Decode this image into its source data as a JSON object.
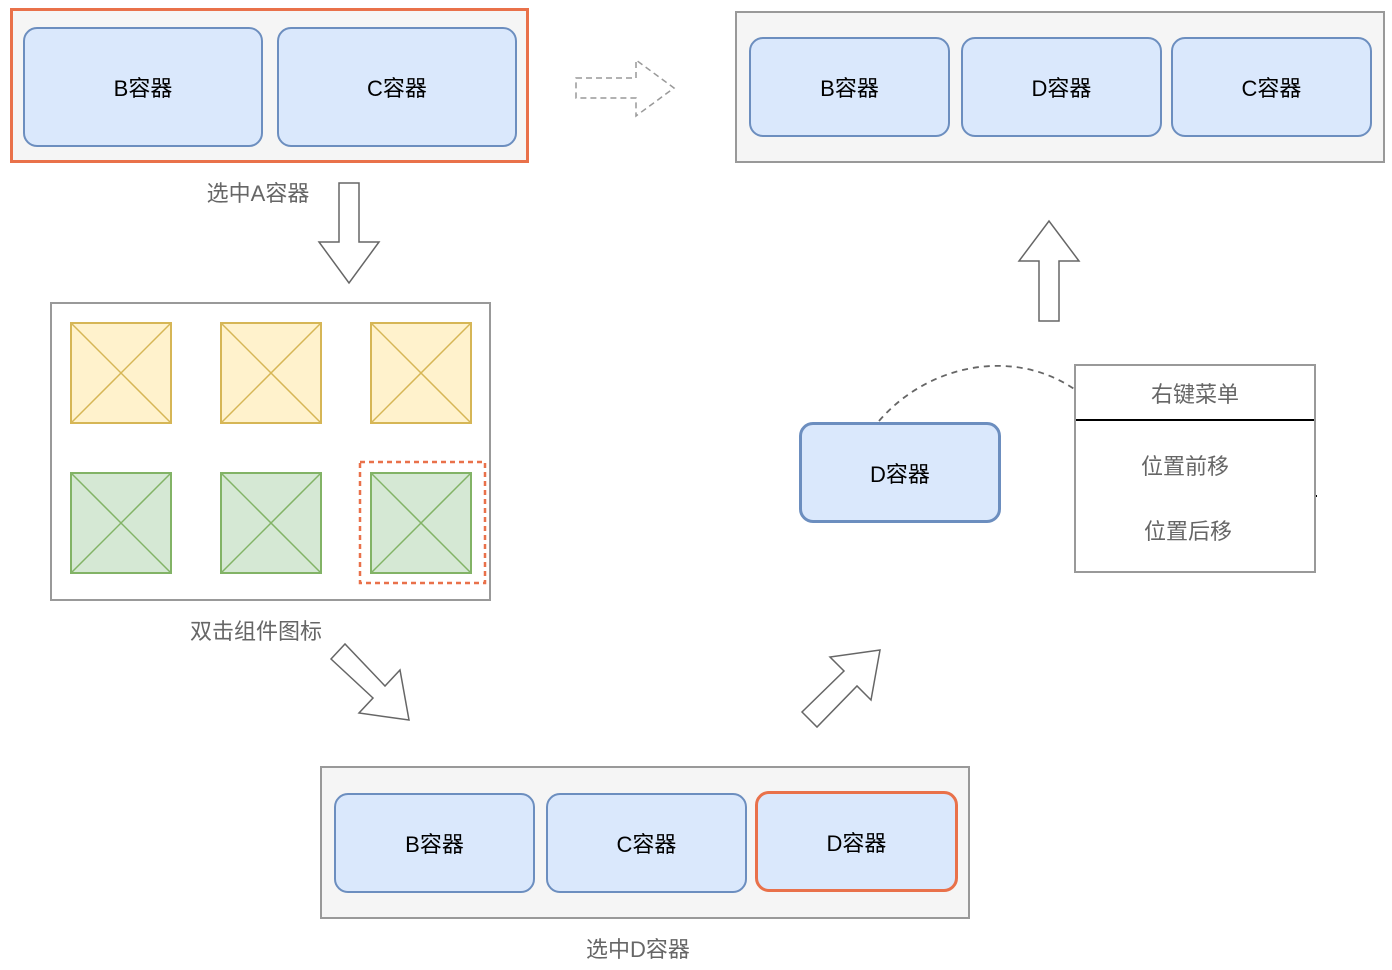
{
  "diagram": {
    "container_a": {
      "children": [
        "B容器",
        "C容器"
      ],
      "caption": "选中A容器"
    },
    "component_panel": {
      "caption": "双击组件图标",
      "icons": [
        {
          "name": "component-icon-1",
          "color": "#fff2cc"
        },
        {
          "name": "component-icon-2",
          "color": "#fff2cc"
        },
        {
          "name": "component-icon-3",
          "color": "#fff2cc"
        },
        {
          "name": "component-icon-4",
          "color": "#d5e8d4"
        },
        {
          "name": "component-icon-5",
          "color": "#d5e8d4"
        },
        {
          "name": "component-icon-6",
          "color": "#d5e8d4",
          "selected": true
        }
      ]
    },
    "container_after_add": {
      "children": [
        "B容器",
        "C容器",
        "D容器"
      ],
      "selected": "D容器",
      "caption": "选中D容器"
    },
    "dragged_item": "D容器",
    "context_menu": {
      "title": "右键菜单",
      "items": [
        "位置前移",
        "位置后移"
      ],
      "highlighted": "位置前移"
    },
    "result_container": {
      "children": [
        "B容器",
        "D容器",
        "C容器"
      ]
    },
    "colors": {
      "accent": "#e9714a",
      "box_fill": "#dae8fc",
      "box_border": "#6c8ebf",
      "frame_fill": "#f5f5f5",
      "frame_border": "#999999"
    }
  }
}
